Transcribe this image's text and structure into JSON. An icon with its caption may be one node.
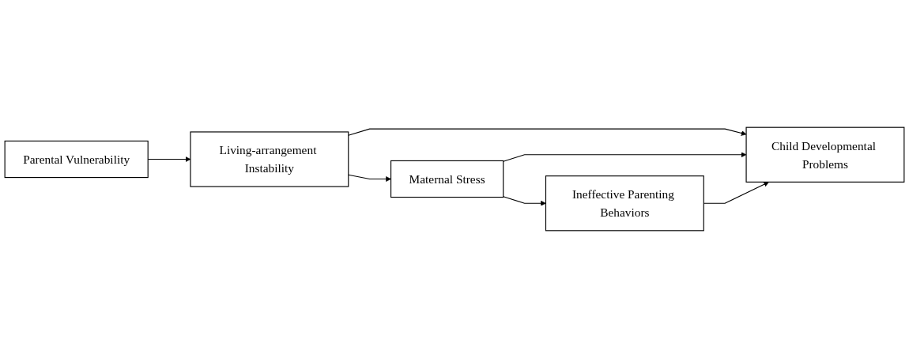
{
  "diagram": {
    "nodes": [
      {
        "text": [
          "Parental Vulnerability"
        ]
      },
      {
        "text": [
          "Living-arrangement Instability"
        ]
      },
      {
        "text": [
          "Maternal Stress"
        ]
      },
      {
        "text": [
          "Ineffective Parenting Behaviors"
        ]
      },
      {
        "text": [
          "Child Developmental Problems"
        ]
      }
    ],
    "edges": [
      {
        "from": 0,
        "to": 1,
        "arrow": "to"
      },
      {
        "from": 1,
        "to": 2,
        "arrow": "to"
      },
      {
        "from": 2,
        "to": 3,
        "arrow": "to"
      },
      {
        "from": 1,
        "to": 4,
        "arrow": "to"
      },
      {
        "from": 2,
        "to": 4,
        "arrow": "to"
      },
      {
        "from": 3,
        "to": 4,
        "arrow": "to"
      }
    ]
  }
}
